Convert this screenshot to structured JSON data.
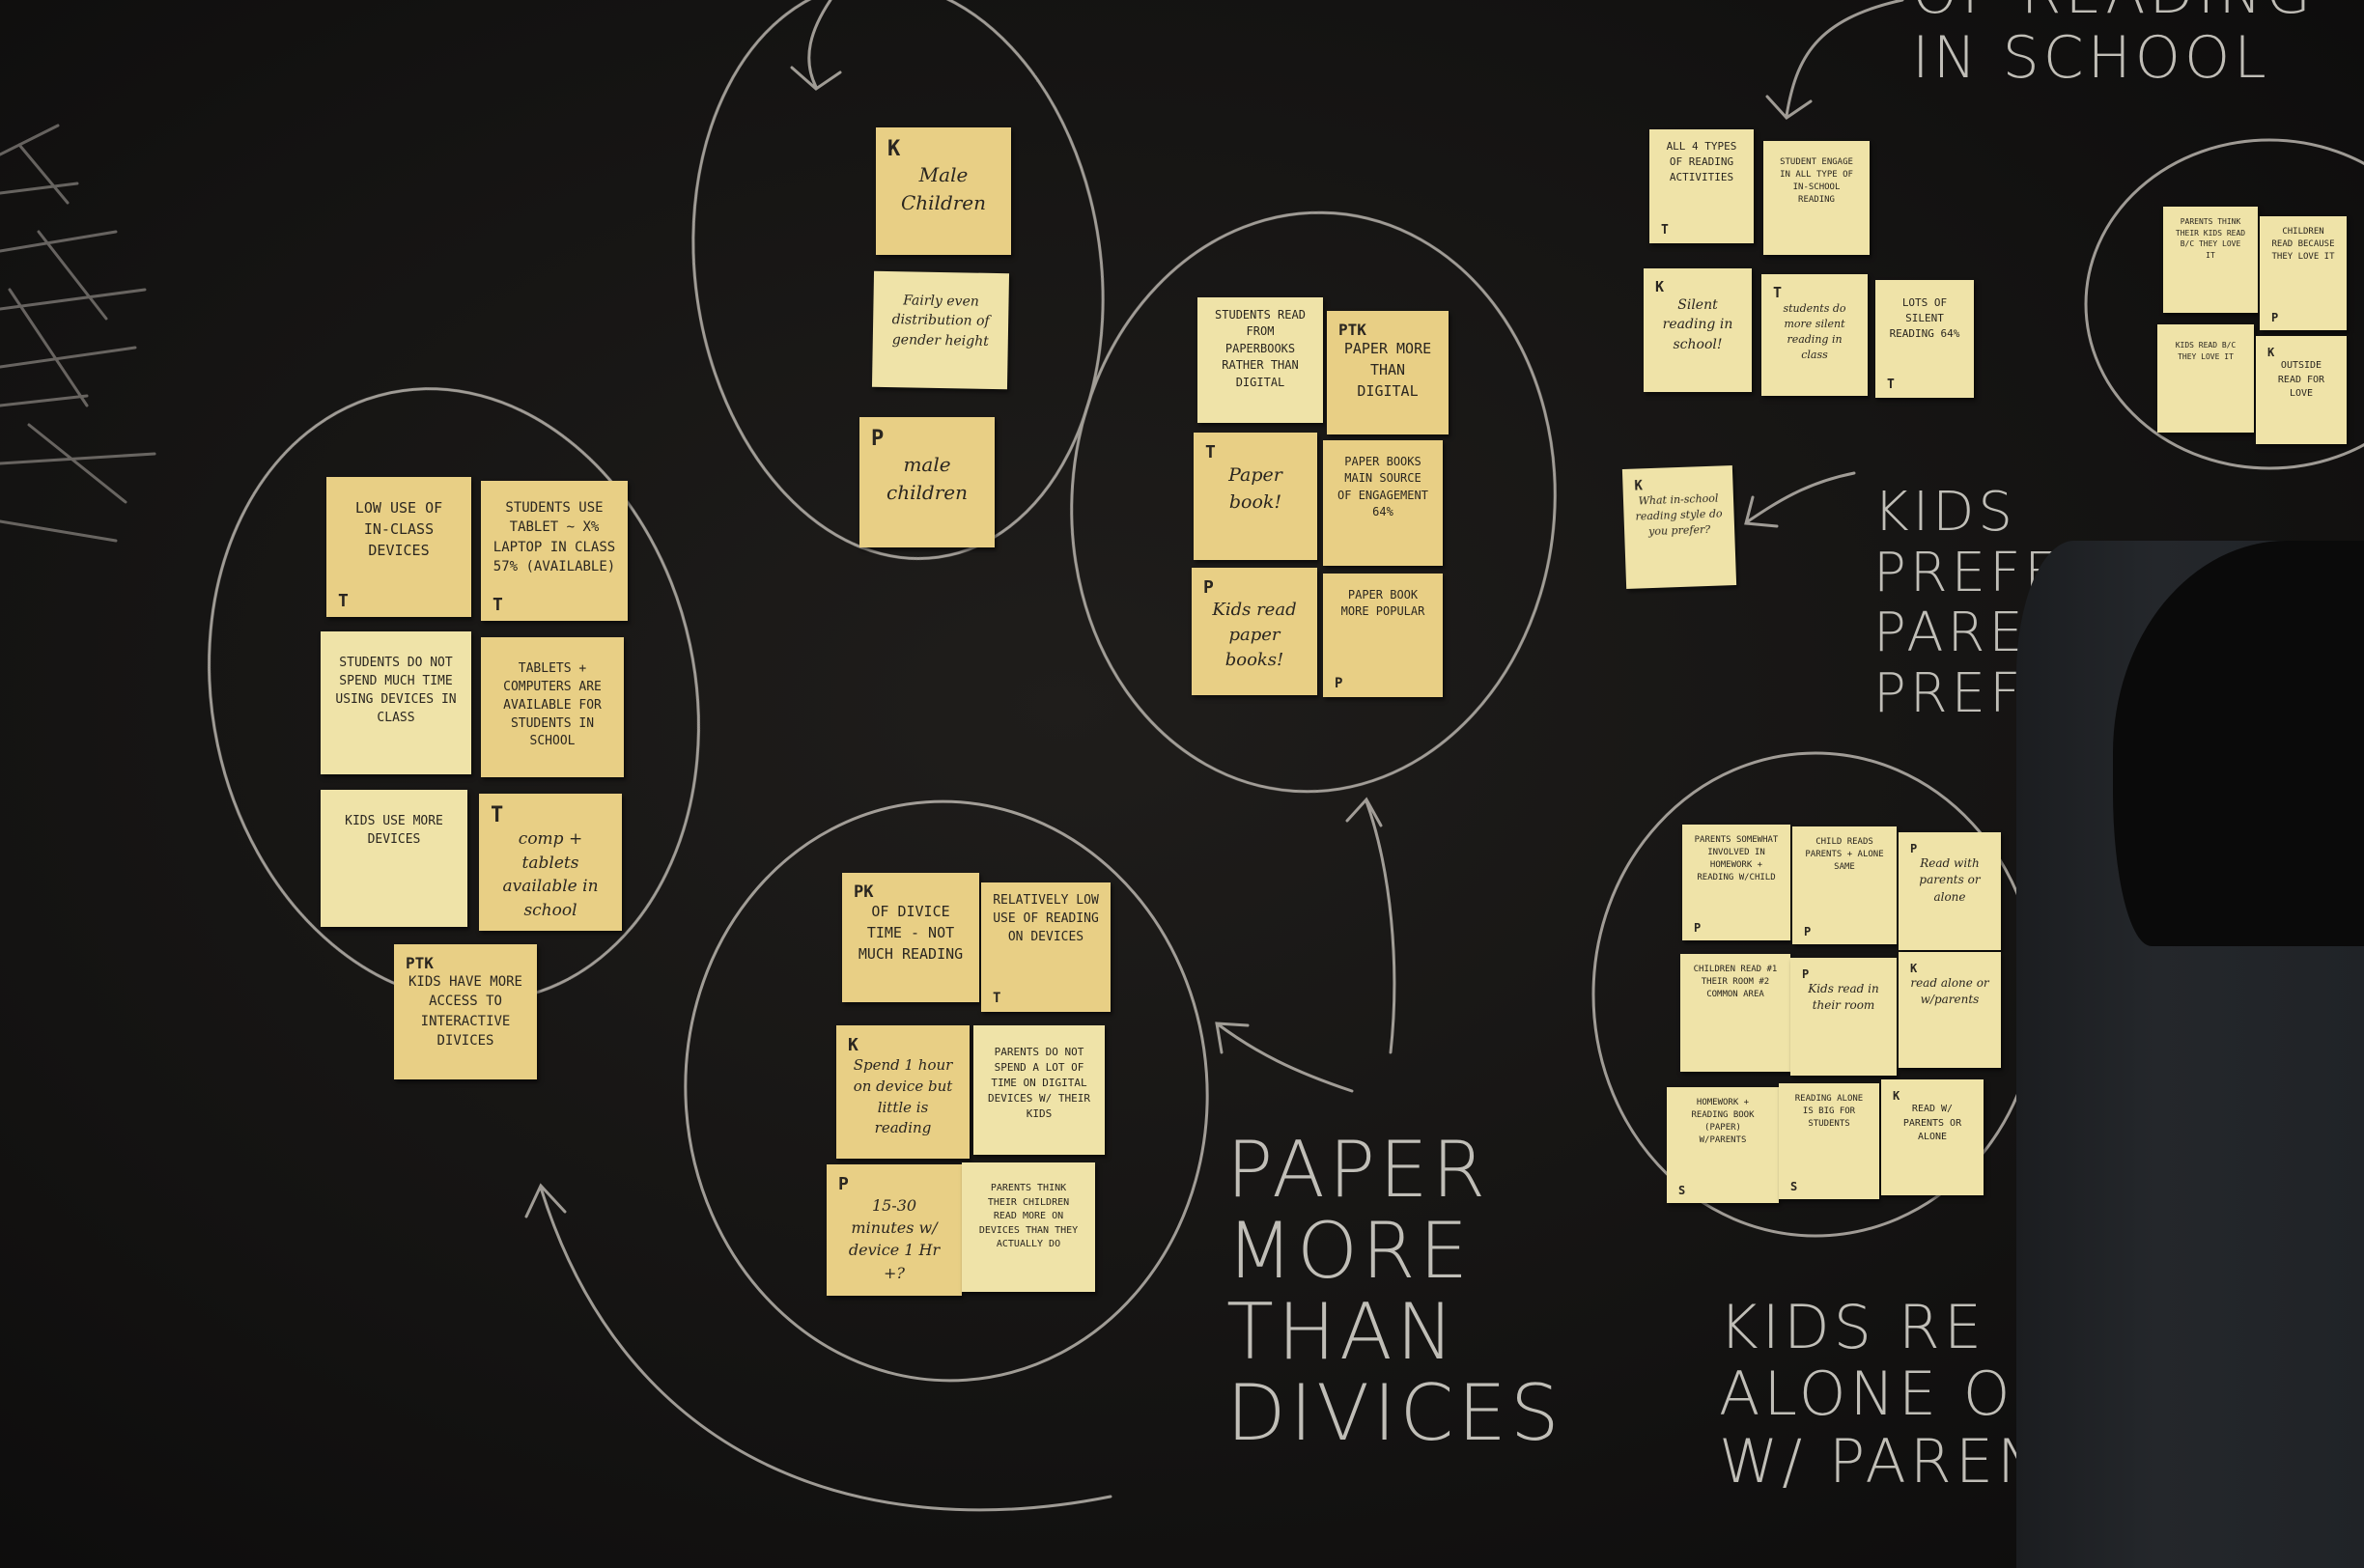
{
  "labels": {
    "reading_in_school": "OF READING\nIN SCHOOL",
    "kids_preference": "KIDS PREFERENCE\nPARENTS PREFERE",
    "paper_more": "PAPER\nMORE\nTHAN\nDIVICES",
    "kids_read_alone": "KIDS RE\nALONE OR\nW/ PARENT"
  },
  "notes": {
    "n1": {
      "tag": "K",
      "text": "Male Children"
    },
    "n2": {
      "text": "Fairly even distribution of gender height"
    },
    "n3": {
      "tag": "P",
      "text": "male children"
    },
    "n4": {
      "text": "Low use of in-class devices",
      "foot": "T"
    },
    "n5": {
      "text": "Students use tablet ~ x% laptop in class 57% (available)",
      "foot": "T"
    },
    "n6": {
      "text": "Students do not spend much time using devices in class"
    },
    "n7": {
      "text": "Tablets + computers are available for students in school"
    },
    "n8": {
      "text": "Kids use more devices"
    },
    "n9": {
      "tag": "T",
      "text": "comp + tablets available in school"
    },
    "n10": {
      "tag": "PTK",
      "text": "Kids have more access to interactive divices"
    },
    "n11": {
      "text": "Students read from paperbooks rather than digital"
    },
    "n12": {
      "tag": "PTK",
      "text": "Paper more than digital"
    },
    "n13": {
      "tag": "T",
      "text": "Paper book!"
    },
    "n14": {
      "text": "Paper books main source of engagement 64%"
    },
    "n15": {
      "tag": "P",
      "text": "Kids read paper books!"
    },
    "n16": {
      "text": "Paper book more popular",
      "foot": "P"
    },
    "n17": {
      "tag": "PK",
      "text": "Of divice time - not much reading"
    },
    "n18": {
      "text": "Relatively low use of reading on devices",
      "foot": "T"
    },
    "n19": {
      "tag": "K",
      "text": "Spend 1 hour on device but little is reading"
    },
    "n20": {
      "text": "Parents do not spend a lot of time on digital devices w/ their kids"
    },
    "n21": {
      "tag": "P",
      "text": "15-30 minutes w/ device 1 Hr +?"
    },
    "n22": {
      "text": "Parents think their children read more on devices than they actually do"
    },
    "n23": {
      "text": "All 4 types of reading activities",
      "foot": "T"
    },
    "n24": {
      "text": "Student engage in all type of in-school reading"
    },
    "n25": {
      "tag": "K",
      "text": "Silent reading in school!"
    },
    "n26": {
      "tag": "T",
      "text": "students do more silent reading in class"
    },
    "n27": {
      "text": "Lots of silent reading 64%",
      "foot": "T"
    },
    "n28": {
      "tag": "K",
      "text": "What in-school reading style do you prefer?"
    },
    "n29": {
      "text": "Parents think their kids read b/c they love it"
    },
    "n30": {
      "text": "Children read because they love it",
      "foot": "P"
    },
    "n31": {
      "text": "Kids read b/c they love it"
    },
    "n32": {
      "tag": "K",
      "text": "Outside read for love"
    },
    "n33": {
      "text": "Parents somewhat involved in homework + reading w/child",
      "foot": "P"
    },
    "n34": {
      "text": "Child reads parents + alone same",
      "foot": "P"
    },
    "n35": {
      "tag": "P",
      "text": "Read with parents or alone"
    },
    "n36": {
      "text": "Children read #1 their room #2 common area"
    },
    "n37": {
      "tag": "P",
      "text": "Kids read in their room"
    },
    "n38": {
      "tag": "K",
      "text": "read alone or w/parents"
    },
    "n39": {
      "text": "Homework + reading book (paper) w/parents",
      "foot": "S"
    },
    "n40": {
      "text": "Reading alone is big for students",
      "foot": "S"
    },
    "n41": {
      "tag": "K",
      "text": "Read w/ parents or alone"
    }
  }
}
